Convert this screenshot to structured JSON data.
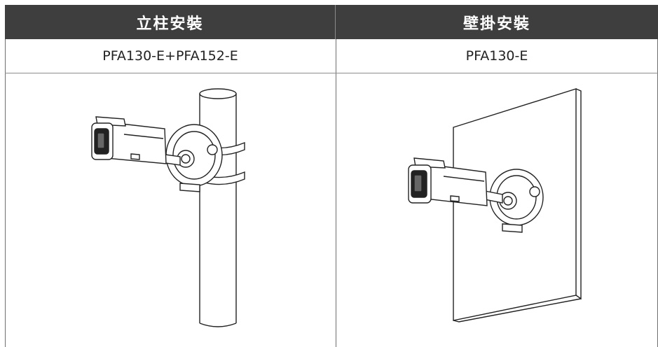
{
  "table": {
    "columns": [
      {
        "header": "立柱安裝",
        "model": "PFA130-E+PFA152-E",
        "illustration": "pole-mount-camera"
      },
      {
        "header": "壁掛安裝",
        "model": "PFA130-E",
        "illustration": "wall-mount-camera"
      }
    ]
  }
}
